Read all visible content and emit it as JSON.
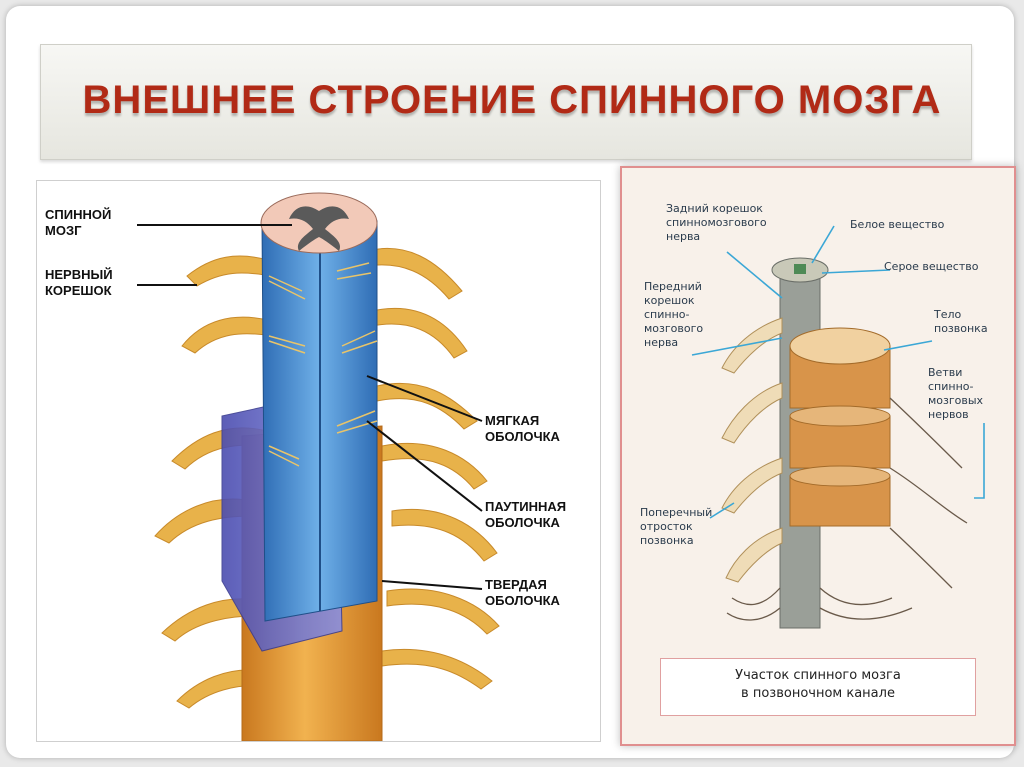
{
  "slide": {
    "title": "ВНЕШНЕЕ СТРОЕНИЕ СПИННОГО МОЗГА"
  },
  "left_diagram": {
    "labels": {
      "spinal_cord": "СПИННОЙ\nМОЗГ",
      "nerve_root": "НЕРВНЫЙ\nКОРЕШОК",
      "pia_mater": "МЯГКАЯ\nОБОЛОЧКА",
      "arachnoid": "ПАУТИННАЯ\nОБОЛОЧКА",
      "dura_mater": "ТВЕРДАЯ\nОБОЛОЧКА"
    }
  },
  "right_diagram": {
    "labels": {
      "posterior_root": "Задний корешок\nспинномозгового\nнерва",
      "white_matter": "Белое вещество",
      "gray_matter": "Серое вещество",
      "anterior_root": "Передний\nкорешок\nспинно-\nмозгового\nнерва",
      "vertebral_body": "Тело\nпозвонка",
      "nerve_branches": "Ветви\nспинно-\nмозговых\nнервов",
      "transverse_process": "Поперечный\nотросток\nпозвонка"
    },
    "caption": "Участок спинного мозга\nв позвоночном канале"
  },
  "colors": {
    "title": "#b12a16",
    "nerve": "#e8b24a",
    "pia": "#4a86c8",
    "arachnoid": "#6a6ac8",
    "dura": "#e39a3a",
    "gray_matter": "#555555",
    "leader_line_right": "#3ba7d6"
  }
}
